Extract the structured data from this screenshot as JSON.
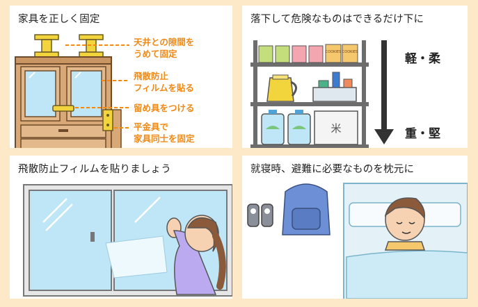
{
  "panels": {
    "furniture": {
      "title": "家具を正しく固定",
      "callouts": {
        "ceiling_line1": "天井との隙間を",
        "ceiling_line2": "うめて固定",
        "film_line1": "飛散防止",
        "film_line2": "フィルムを貼る",
        "latch": "留め具をつける",
        "bracket_line1": "平金具で",
        "bracket_line2": "家具同士を固定"
      }
    },
    "shelf": {
      "title": "落下して危険なものはできるだけ下に",
      "light_label": "軽・柔",
      "heavy_label": "重・堅",
      "rice_label": "米",
      "can_label_line1": "COOKIES",
      "can_label_line2": "COOKIES"
    },
    "window": {
      "title": "飛散防止フィルムを貼りましょう"
    },
    "bedroom": {
      "title": "就寝時、避難に必要なものを枕元に"
    }
  },
  "colors": {
    "background": "#fde9c7",
    "accent_orange": "#ef8a16",
    "furniture_brown": "#d9a877",
    "glass_blue": "#bfe6f6",
    "shelf_gray": "#6d6d6d",
    "bed_blue": "#cdebf7",
    "skin": "#f6d2b3"
  }
}
